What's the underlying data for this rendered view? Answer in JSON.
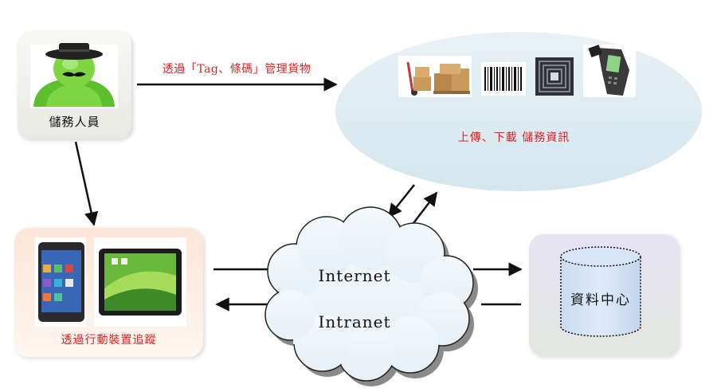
{
  "user": {
    "label": "儲務人員"
  },
  "top_arrow": {
    "label": "透過「Tag、條碼」管理貨物"
  },
  "inventory": {
    "label": "上傳、下載 儲務資訊"
  },
  "mobile": {
    "label": "透過行動裝置追蹤"
  },
  "network": {
    "line1": "Internet",
    "line2": "Intranet"
  },
  "datacenter": {
    "label": "資料中心"
  },
  "colors": {
    "label_red": "#e02020",
    "arrow": "#111111",
    "ellipse": "#dbe9f1"
  }
}
